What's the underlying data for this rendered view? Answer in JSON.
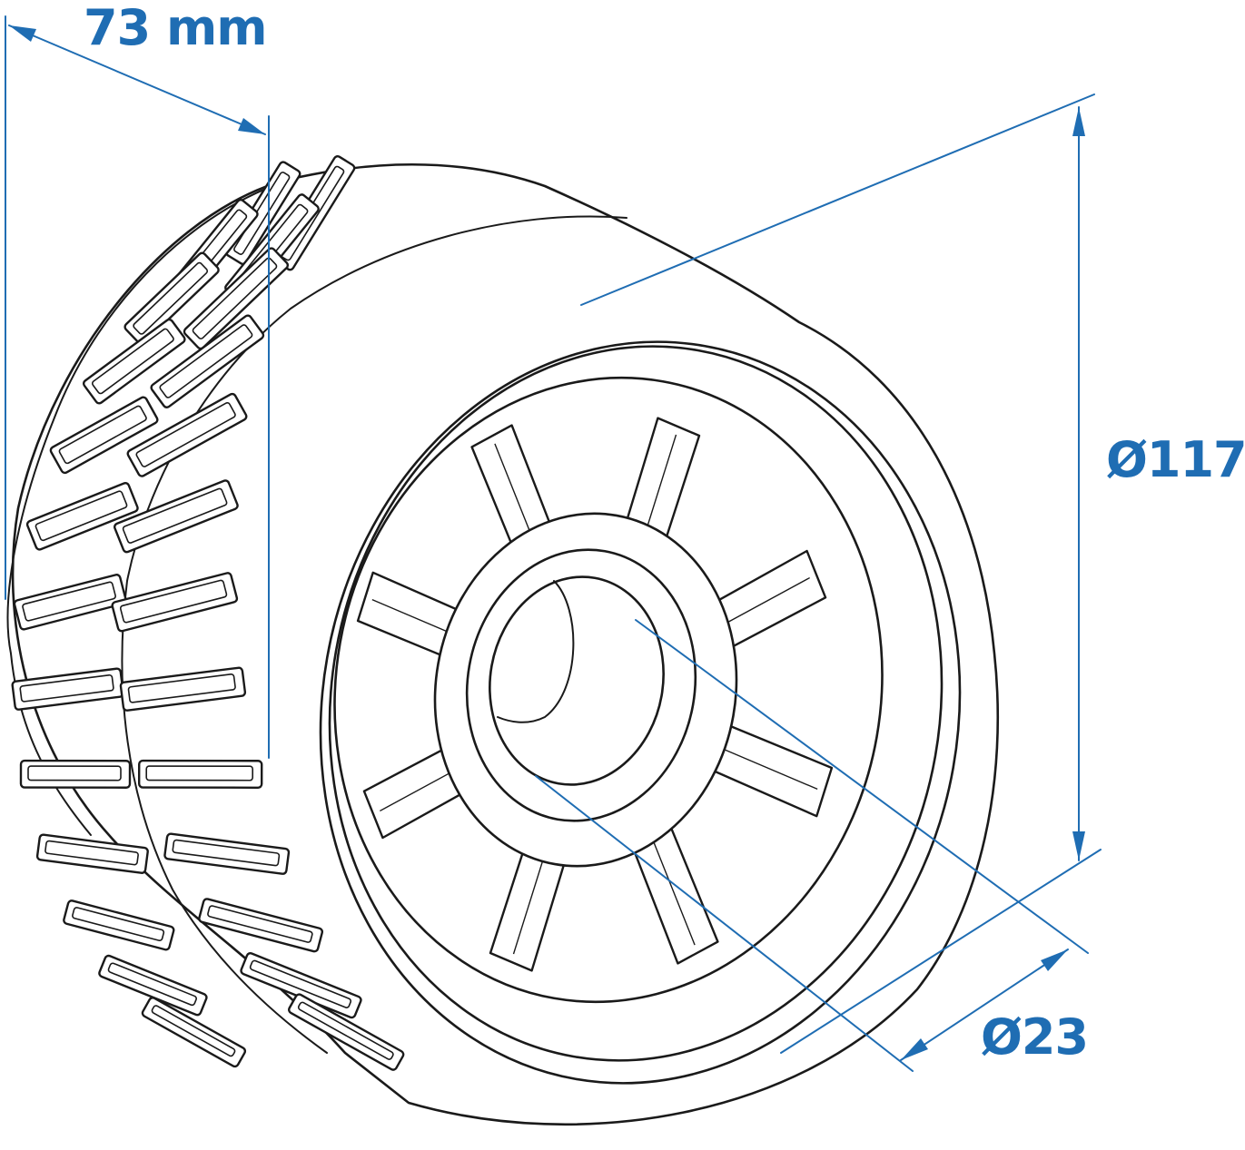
{
  "dimensions": {
    "width_label": "73 mm",
    "outer_diameter_label": "Ø117",
    "bore_diameter_label": "Ø23"
  },
  "colors": {
    "dimension": "#1f6db3",
    "outline": "#1a1a1a",
    "background": "#ffffff"
  },
  "drawing": {
    "subject": "wheel-roller",
    "spoke_count": 8
  }
}
